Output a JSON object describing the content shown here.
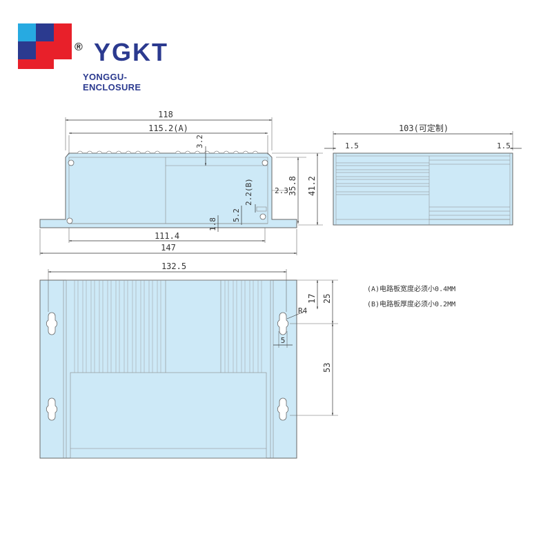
{
  "brand": {
    "name": "YGKT",
    "subtitle": "YONGGU-ENCLOSURE",
    "registered": "®",
    "colors": {
      "red": "#e8202a",
      "blue": "#2b3a8f",
      "cyan": "#27aae1"
    }
  },
  "front_view": {
    "dim_118": "118",
    "dim_115_2": "115.2(A)",
    "dim_3_2": "3.2",
    "dim_2_3": "2.3",
    "dim_2_2": "2.2(B)",
    "dim_35_8": "35.8",
    "dim_41_2": "41.2",
    "dim_5_2": "5.2",
    "dim_1_8": "1.8",
    "dim_111_4": "111.4",
    "dim_147": "147"
  },
  "side_view": {
    "dim_103": "103(可定制)",
    "dim_1_5_left": "1.5",
    "dim_1_5_right": "1.5"
  },
  "top_view": {
    "dim_132_5": "132.5",
    "dim_17": "17",
    "dim_25": "25",
    "dim_r4": "R4",
    "dim_5": "5",
    "dim_53": "53"
  },
  "notes": {
    "a": "(A)电路板宽度必须小0.4MM",
    "b": "(B)电路板厚度必须小0.2MM"
  },
  "colors": {
    "fill": "#cde9f7",
    "stroke": "#666666",
    "dim": "#333333"
  }
}
